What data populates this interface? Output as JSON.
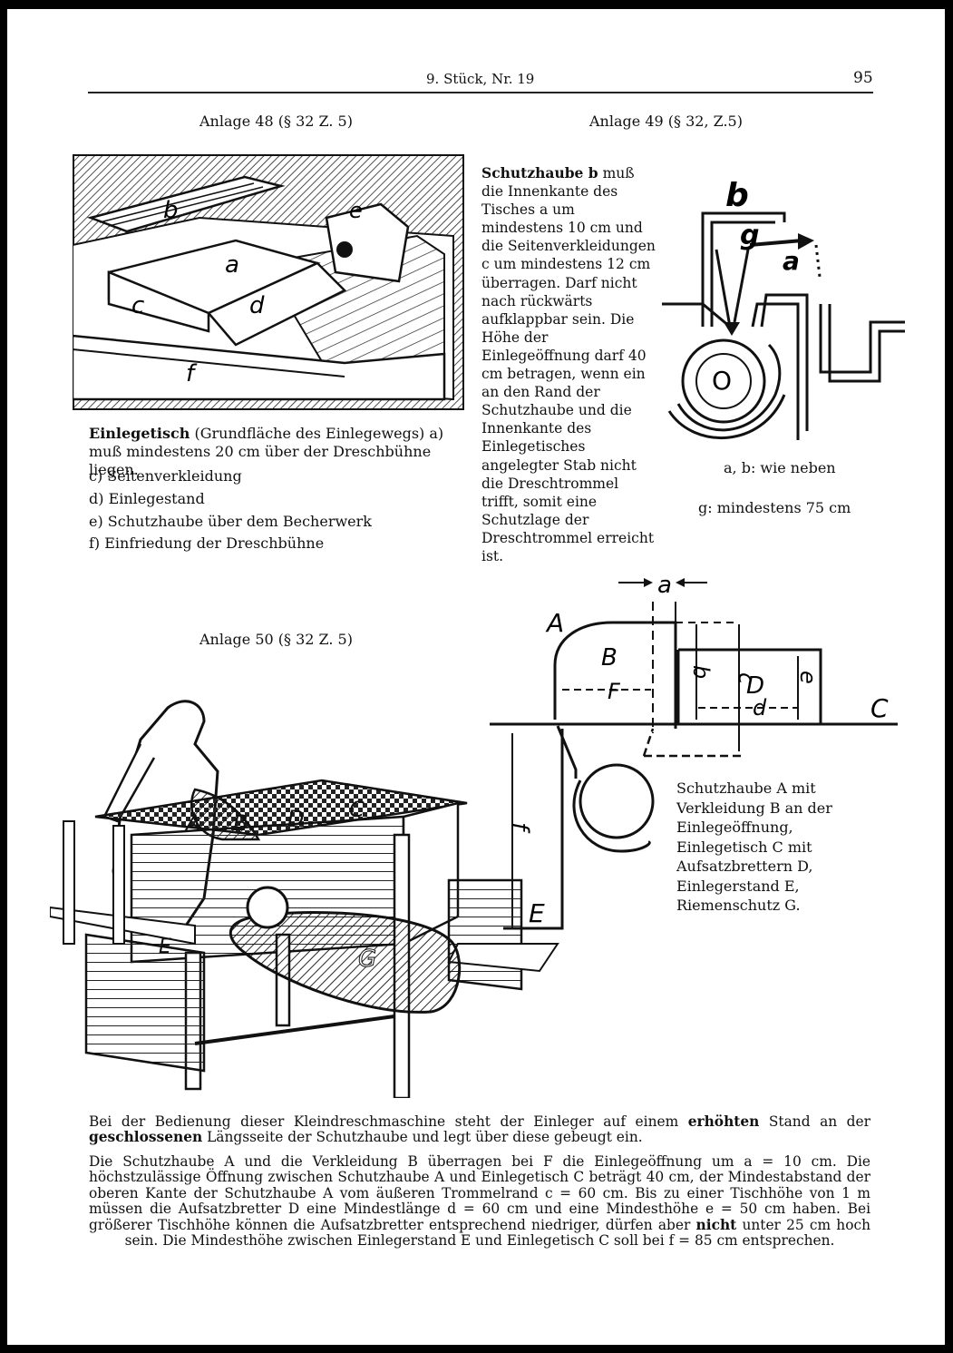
{
  "header": {
    "issue": "9. Stück, Nr. 19",
    "page_number": "95"
  },
  "anlage48": {
    "title": "Anlage 48 (§ 32 Z. 5)",
    "figure_labels": {
      "b": "b",
      "e": "e",
      "a": "a",
      "c": "c",
      "d": "d",
      "f": "f"
    },
    "caption_bold": "Einlegetisch",
    "caption_rest": " (Grundfläche des Einlegewegs) a) muß mindestens 20 cm über der Dreschbühne liegen.",
    "items": [
      "c) Seitenverkleidung",
      "d) Einlegestand",
      "e) Schutzhaube über dem Becherwerk",
      "f) Einfriedung der Dreschbühne"
    ]
  },
  "anlage49": {
    "title": "Anlage 49 (§ 32, Z.5)",
    "text_bold": "Schutzhaube b",
    "text_rest": " muß die Innenkante des Tisches a um mindestens 10 cm und die Seitenverkleidungen c um mindestens 12 cm überragen. Darf nicht nach rückwärts aufklappbar sein. Die Höhe der Einlegeöffnung darf 40 cm betragen, wenn ein an den Rand der Schutzhaube und die Innenkante des Einlegetisches angelegter Stab nicht die Dreschtrommel trifft, somit eine Schutzlage der Dreschtrommel erreicht ist.",
    "figure_labels": {
      "b": "b",
      "g": "g",
      "a": "a"
    },
    "legend_ab": "a, b: wie neben",
    "legend_g": "g: mindestens 75 cm"
  },
  "anlage50": {
    "title": "Anlage 50 (§ 32 Z. 5)",
    "diagram_labels": {
      "a": "a",
      "A": "A",
      "B": "B",
      "F": "F",
      "b": "b",
      "c": "c",
      "D": "D",
      "d": "d",
      "e": "e",
      "C": "C",
      "f": "f",
      "E": "E"
    },
    "machine_labels": {
      "A": "A",
      "B": "B",
      "D": "D",
      "C": "C",
      "E": "E",
      "G": "G"
    },
    "caption": "Schutzhaube A mit Verkleidung B an der Einlegeöffnung, Einlegetisch C mit Aufsatzbrettern D, Einlegerstand E, Riemenschutz G."
  },
  "body": {
    "p1_a": "Bei der Bedienung dieser Kleindreschmaschine steht der Einleger auf einem ",
    "p1_b": "erhöhten",
    "p1_c": " Stand an der ",
    "p1_d": "geschlossenen",
    "p1_e": " Längsseite der Schutzhaube und legt über diese gebeugt ein.",
    "p2_a": "Die Schutzhaube A und die Verkleidung B überragen bei F die Einlegeöffnung um a = 10 cm. Die höchstzulässige Öffnung zwischen Schutzhaube A und Einlegetisch C beträgt 40 cm, der Mindestabstand der oberen Kante der Schutzhaube A vom äußeren Trommelrand c = 60 cm. Bis zu einer Tischhöhe von 1 m müssen die Aufsatzbretter D eine Mindestlänge d = 60 cm und eine Mindesthöhe e = 50 cm haben. Bei größerer Tischhöhe können die Aufsatzbretter entsprechend niedriger, dürfen aber ",
    "p2_b": "nicht",
    "p2_c": " unter 25 cm hoch sein. Die Mindesthöhe zwischen Einlegerstand E und Einlegetisch C soll bei f = 85 cm entsprechen."
  }
}
